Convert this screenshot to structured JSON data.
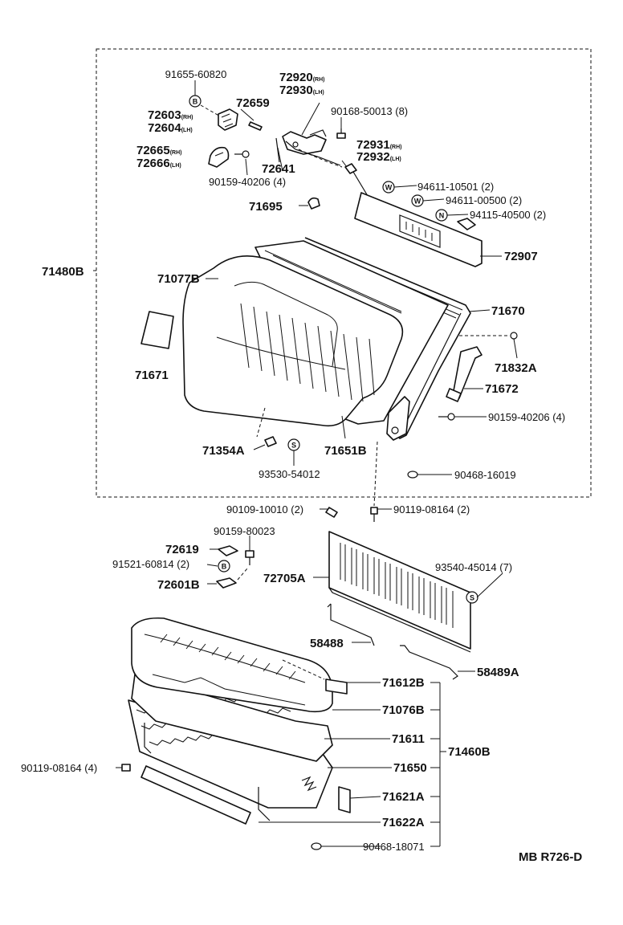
{
  "diagram_code": "MB  R726-D",
  "labels": {
    "p91655_60820": "91655-60820",
    "p72603": "72603",
    "p72603_suf": "(RH)",
    "p72604": "72604",
    "p72604_suf": "(LH)",
    "p72659": "72659",
    "p72920": "72920",
    "p72920_suf": "(RH)",
    "p72930": "72930",
    "p72930_suf": "(LH)",
    "p90168_50013": "90168-50013 (8)",
    "p72665": "72665",
    "p72665_suf": "(RH)",
    "p72666": "72666",
    "p72666_suf": "(LH)",
    "p72641": "72641",
    "p90159_40206_a": "90159-40206 (4)",
    "p72931": "72931",
    "p72931_suf": "(RH)",
    "p72932": "72932",
    "p72932_suf": "(LH)",
    "p94611_10501": "94611-10501 (2)",
    "p94611_00500": "94611-00500 (2)",
    "p94115_40500": "94115-40500 (2)",
    "p71695": "71695",
    "p72907": "72907",
    "p71480B": "71480B",
    "p71077B": "71077B",
    "p71670": "71670",
    "p71671": "71671",
    "p71832A": "71832A",
    "p71672": "71672",
    "p90159_40206_b": "90159-40206 (4)",
    "p71354A": "71354A",
    "p71651B": "71651B",
    "p93530_54012": "93530-54012",
    "p90468_16019": "90468-16019",
    "p90109_10010": "90109-10010 (2)",
    "p90119_08164_a": "90119-08164 (2)",
    "p90159_80023": "90159-80023",
    "p72619": "72619",
    "p91521_60814": "91521-60814 (2)",
    "p72601B": "72601B",
    "p72705A": "72705A",
    "p93540_45014": "93540-45014 (7)",
    "p58488": "58488",
    "p58489A": "58489A",
    "p71612B": "71612B",
    "p71076B": "71076B",
    "p71611": "71611",
    "p71460B": "71460B",
    "p90119_08164_b": "90119-08164 (4)",
    "p71650": "71650",
    "p71621A": "71621A",
    "p71622A": "71622A",
    "p90468_18071": "90468-18071"
  },
  "symbols": {
    "b": "B",
    "w": "W",
    "n": "N",
    "s": "S"
  }
}
